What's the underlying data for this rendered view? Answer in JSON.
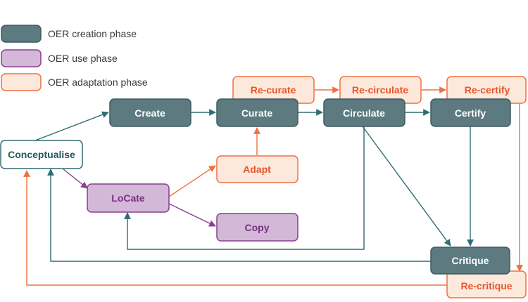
{
  "colors": {
    "creation_fill": "#5c7a80",
    "creation_stroke": "#3f5b61",
    "creation_text": "#ffffff",
    "use_fill": "#d3b8d8",
    "use_stroke": "#8a3f8f",
    "use_text": "#7a2f80",
    "adapt_fill": "#fde8dc",
    "adapt_stroke": "#f07040",
    "adapt_text": "#e8562a",
    "concept_fill": "#ffffff",
    "concept_stroke": "#2f6c73",
    "concept_text": "#1f5a62",
    "teal_line": "#2f6c73",
    "purple_line": "#8a3f8f",
    "orange_line": "#f07040"
  },
  "legend": [
    {
      "label": "OER creation phase",
      "phase": "creation"
    },
    {
      "label": "OER use phase",
      "phase": "use"
    },
    {
      "label": "OER adaptation phase",
      "phase": "adapt"
    }
  ],
  "nodes": {
    "conceptualise": {
      "label": "Conceptualise",
      "phase": "concept"
    },
    "create": {
      "label": "Create",
      "phase": "creation"
    },
    "curate": {
      "label": "Curate",
      "phase": "creation"
    },
    "circulate": {
      "label": "Circulate",
      "phase": "creation"
    },
    "certify": {
      "label": "Certify",
      "phase": "creation"
    },
    "critique": {
      "label": "Critique",
      "phase": "creation"
    },
    "locate": {
      "label": "LoCate",
      "phase": "use"
    },
    "copy": {
      "label": "Copy",
      "phase": "use"
    },
    "adapt": {
      "label": "Adapt",
      "phase": "adapt"
    },
    "recurate": {
      "label": "Re-curate",
      "phase": "adapt"
    },
    "recirculate": {
      "label": "Re-circulate",
      "phase": "adapt"
    },
    "recertify": {
      "label": "Re-certify",
      "phase": "adapt"
    },
    "recritique": {
      "label": "Re-critique",
      "phase": "adapt"
    }
  },
  "edges": [
    {
      "from": "conceptualise",
      "to": "create",
      "color": "teal"
    },
    {
      "from": "create",
      "to": "curate",
      "color": "teal"
    },
    {
      "from": "curate",
      "to": "circulate",
      "color": "teal"
    },
    {
      "from": "circulate",
      "to": "certify",
      "color": "teal"
    },
    {
      "from": "certify",
      "to": "critique",
      "color": "teal"
    },
    {
      "from": "circulate",
      "to": "critique",
      "color": "teal"
    },
    {
      "from": "circulate",
      "to": "locate",
      "color": "teal"
    },
    {
      "from": "critique",
      "to": "conceptualise",
      "color": "teal"
    },
    {
      "from": "conceptualise",
      "to": "locate",
      "color": "purple"
    },
    {
      "from": "locate",
      "to": "copy",
      "color": "purple"
    },
    {
      "from": "locate",
      "to": "adapt",
      "color": "orange"
    },
    {
      "from": "adapt",
      "to": "curate",
      "color": "orange"
    },
    {
      "from": "recurate",
      "to": "recirculate",
      "color": "orange"
    },
    {
      "from": "recirculate",
      "to": "recertify",
      "color": "orange"
    },
    {
      "from": "recertify",
      "to": "recritique",
      "color": "orange"
    },
    {
      "from": "recritique",
      "to": "conceptualise",
      "color": "orange"
    }
  ]
}
